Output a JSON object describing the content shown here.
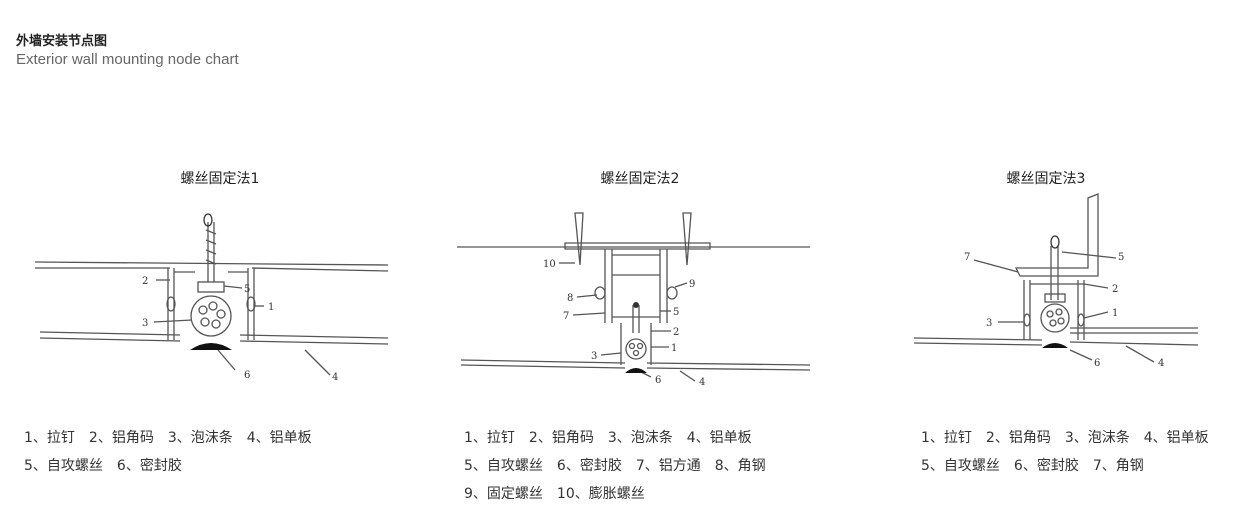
{
  "header": {
    "title_cn": "外墙安装节点图",
    "title_en": "Exterior wall mounting node chart"
  },
  "methods": [
    {
      "title": "螺丝固定法1",
      "legend": [
        "1、拉钉　2、铝角码　3、泡沫条　4、铝单板",
        "5、自攻螺丝　6、密封胶"
      ],
      "labels": [
        "1",
        "2",
        "3",
        "4",
        "5",
        "6"
      ]
    },
    {
      "title": "螺丝固定法2",
      "legend": [
        "1、拉钉　2、铝角码　3、泡沫条　4、铝单板",
        "5、自攻螺丝　6、密封胶　7、铝方通　8、角钢",
        "9、固定螺丝　10、膨胀螺丝"
      ],
      "labels": [
        "1",
        "2",
        "3",
        "4",
        "5",
        "6",
        "7",
        "8",
        "9",
        "10"
      ]
    },
    {
      "title": "螺丝固定法3",
      "legend": [
        "1、拉钉　2、铝角码　3、泡沫条　4、铝单板",
        "5、自攻螺丝　6、密封胶　7、角钢"
      ],
      "labels": [
        "1",
        "2",
        "3",
        "4",
        "5",
        "6",
        "7"
      ]
    }
  ]
}
